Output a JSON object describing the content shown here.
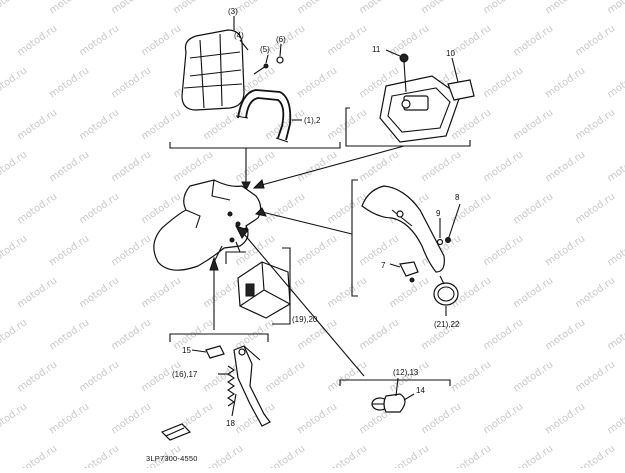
{
  "watermark": "motod.ru",
  "callouts": {
    "c3": "(3)",
    "c4": "(4)",
    "c5": "(5)",
    "c6": "(6)",
    "c1_2": "(1),2",
    "c11": "11",
    "c10": "10",
    "c8": "8",
    "c9": "9",
    "c7": "7",
    "c21_22": "(21),22",
    "c19_20": "(19),20",
    "c15": "15",
    "c16_17": "(16),17",
    "c18": "18",
    "c12_13": "(12),13",
    "c14": "14"
  },
  "diagram_code": "3LP7300-4550"
}
